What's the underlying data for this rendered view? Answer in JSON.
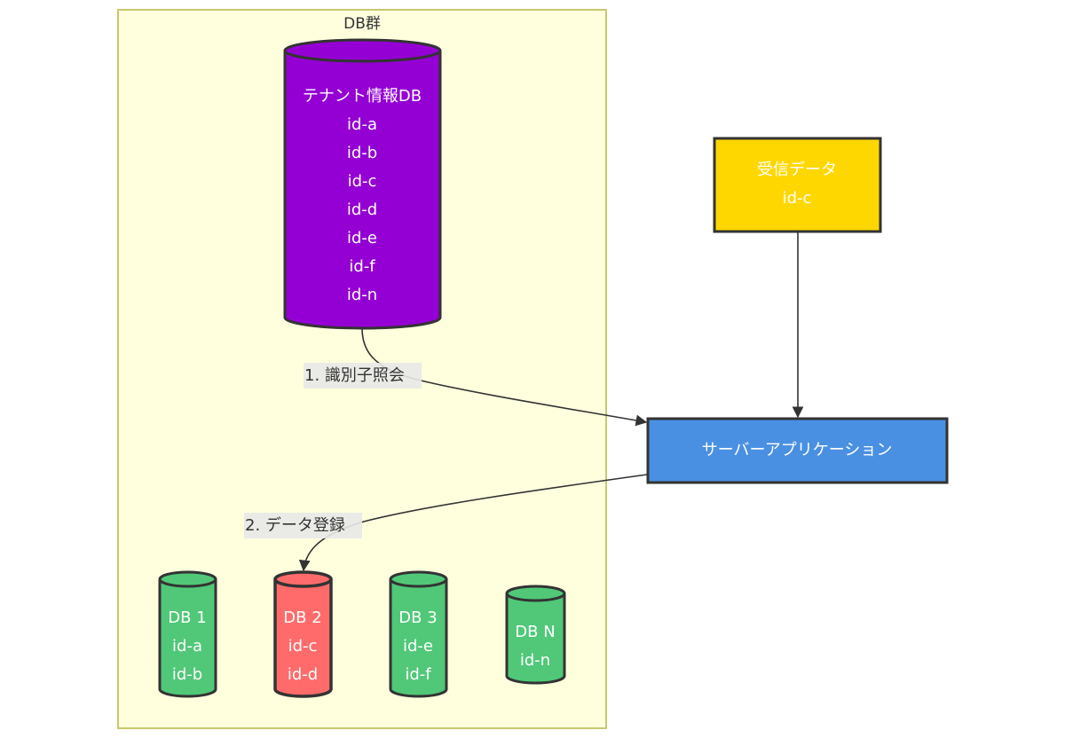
{
  "diagram": {
    "type": "flowchart",
    "cluster": {
      "title": "DB群",
      "fill": "#ffffde",
      "stroke": "#c9c86e"
    },
    "nodes": {
      "tenant_db": {
        "shape": "cylinder",
        "lines": [
          "テナント情報DB",
          "id-a",
          "id-b",
          "id-c",
          "id-d",
          "id-e",
          "id-f",
          "id-n"
        ],
        "fill": "#9400D3"
      },
      "received": {
        "shape": "rect",
        "lines": [
          "受信データ",
          "id-c"
        ],
        "fill": "#FFD700"
      },
      "server": {
        "shape": "rect",
        "lines": [
          "サーバーアプリケーション"
        ],
        "fill": "#4A90E2"
      },
      "db1": {
        "shape": "cylinder",
        "lines": [
          "DB 1",
          "id-a",
          "id-b"
        ],
        "fill": "#50C878"
      },
      "db2": {
        "shape": "cylinder",
        "lines": [
          "DB 2",
          "id-c",
          "id-d"
        ],
        "fill": "#FF6B6B"
      },
      "db3": {
        "shape": "cylinder",
        "lines": [
          "DB 3",
          "id-e",
          "id-f"
        ],
        "fill": "#50C878"
      },
      "dbn": {
        "shape": "cylinder",
        "lines": [
          "DB N",
          "id-n"
        ],
        "fill": "#50C878"
      }
    },
    "edges": [
      {
        "from": "tenant_db",
        "to": "server",
        "label": "1. 識別子照会"
      },
      {
        "from": "received",
        "to": "server",
        "label": ""
      },
      {
        "from": "server",
        "to": "db2",
        "label": "2. データ登録"
      }
    ],
    "colors": {
      "stroke": "#333333",
      "edge": "#333333",
      "label_bg": "#e8e8e8"
    }
  }
}
